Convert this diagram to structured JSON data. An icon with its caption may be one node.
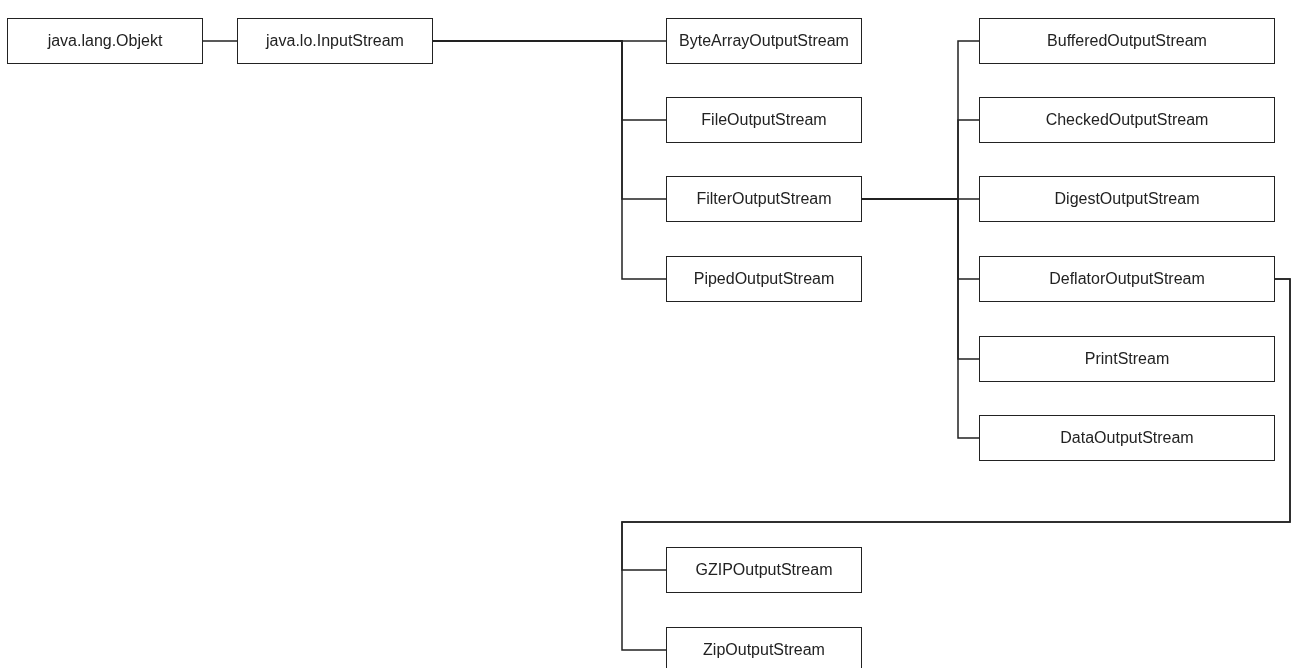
{
  "diagram": {
    "nodes": [
      {
        "text": [
          "java.lang.Objekt"
        ]
      },
      {
        "text": [
          "java.lo.InputStream"
        ]
      },
      {
        "text": [
          "ByteArrayOutputStream"
        ]
      },
      {
        "text": [
          "FileOutputStream"
        ]
      },
      {
        "text": [
          "FilterOutputStream"
        ]
      },
      {
        "text": [
          "PipedOutputStream"
        ]
      },
      {
        "text": [
          "BufferedOutputStream"
        ]
      },
      {
        "text": [
          "CheckedOutputStream"
        ]
      },
      {
        "text": [
          "DigestOutputStream"
        ]
      },
      {
        "text": [
          "DeflatorOutputStream"
        ]
      },
      {
        "text": [
          "PrintStream"
        ]
      },
      {
        "text": [
          "DataOutputStream"
        ]
      },
      {
        "text": [
          "GZIPOutputStream"
        ]
      },
      {
        "text": [
          "ZipOutputStream"
        ]
      }
    ],
    "edges": [
      {
        "from": 0,
        "to": 1,
        "arrow": "none"
      },
      {
        "from": 1,
        "to": 2,
        "arrow": "none"
      },
      {
        "from": 1,
        "to": 3,
        "arrow": "none"
      },
      {
        "from": 1,
        "to": 4,
        "arrow": "none"
      },
      {
        "from": 1,
        "to": 5,
        "arrow": "none"
      },
      {
        "from": 4,
        "to": 6,
        "arrow": "none"
      },
      {
        "from": 4,
        "to": 7,
        "arrow": "none"
      },
      {
        "from": 4,
        "to": 8,
        "arrow": "none"
      },
      {
        "from": 4,
        "to": 9,
        "arrow": "none"
      },
      {
        "from": 4,
        "to": 10,
        "arrow": "none"
      },
      {
        "from": 4,
        "to": 11,
        "arrow": "none"
      },
      {
        "from": 9,
        "to": 12,
        "arrow": "none"
      },
      {
        "from": 9,
        "to": 13,
        "arrow": "none"
      }
    ]
  }
}
